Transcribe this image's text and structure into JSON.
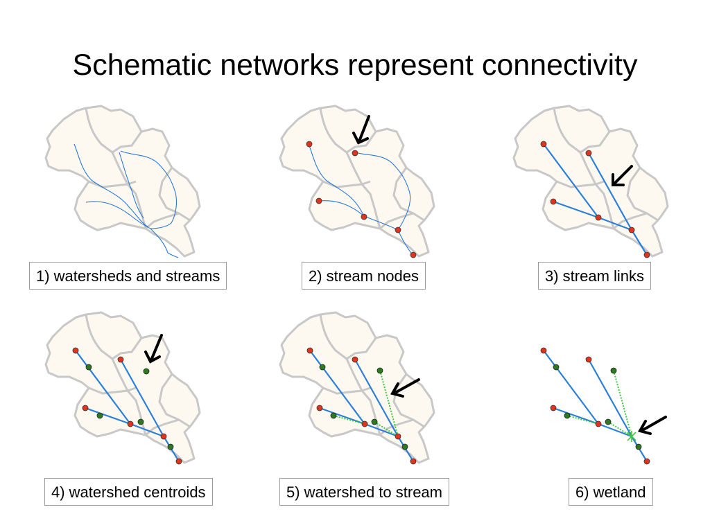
{
  "title": "Schematic networks represent connectivity",
  "panels": [
    {
      "label": "1) watersheds and streams"
    },
    {
      "label": "2) stream nodes"
    },
    {
      "label": "3) stream links"
    },
    {
      "label": "4) watershed centroids"
    },
    {
      "label": "5) watershed to stream"
    },
    {
      "label": "6) wetland"
    }
  ],
  "colors": {
    "watershed_fill": "#fdf8f0",
    "watershed_border": "#c8c8c8",
    "stream": "#2a78d6",
    "link": "#2a7fd8",
    "node": "#e0341c",
    "centroid": "#2d7a1e",
    "connector": "#3ec83e",
    "arrow": "#000000"
  }
}
